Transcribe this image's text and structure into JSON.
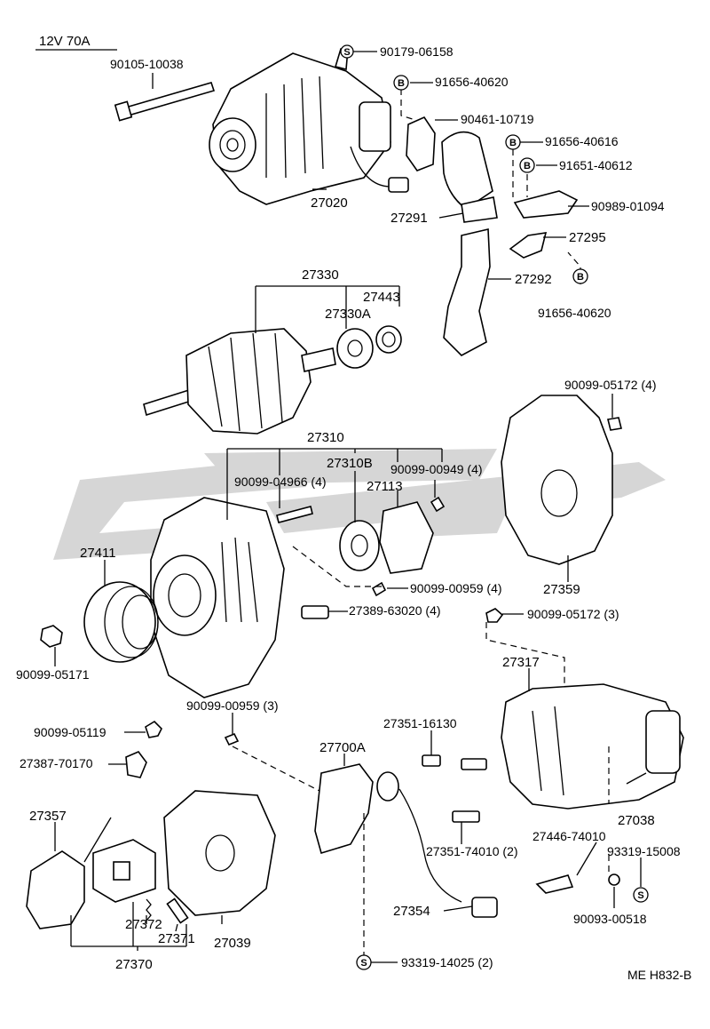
{
  "header": {
    "spec": "12V 70A"
  },
  "footer": {
    "code": "ME H832-B"
  },
  "labels": {
    "l01": "90179-06158",
    "l02": "90105-10038",
    "l03": "91656-40620",
    "l04": "90461-10719",
    "l05": "91656-40616",
    "l06": "91651-40612",
    "l07": "90989-01094",
    "l08": "27020",
    "l09": "27291",
    "l10": "27295",
    "l11": "27292",
    "l12": "91656-40620",
    "l13": "27330",
    "l14": "27443",
    "l15": "27330A",
    "l16": "90099-05172 (4)",
    "l17": "27310",
    "l18": "27310B",
    "l19": "90099-00949 (4)",
    "l20": "90099-04966 (4)",
    "l21": "27113",
    "l22": "27411",
    "l23": "27359",
    "l24": "90099-00959 (4)",
    "l25": "27389-63020 (4)",
    "l26": "90099-05172 (3)",
    "l27": "90099-05171",
    "l28": "27317",
    "l29": "90099-00959 (3)",
    "l30": "90099-05119",
    "l31": "27351-16130",
    "l32": "27700A",
    "l33": "27387-70170",
    "l34": "27038",
    "l35": "27357",
    "l36": "27446-74010",
    "l37": "27351-74010 (2)",
    "l38": "93319-15008",
    "l39": "27354",
    "l40": "90093-00518",
    "l41": "27372",
    "l42": "27371",
    "l43": "27039",
    "l44": "27370",
    "l45": "93319-14025 (2)"
  },
  "symbols": {
    "b": "B",
    "s": "S"
  }
}
